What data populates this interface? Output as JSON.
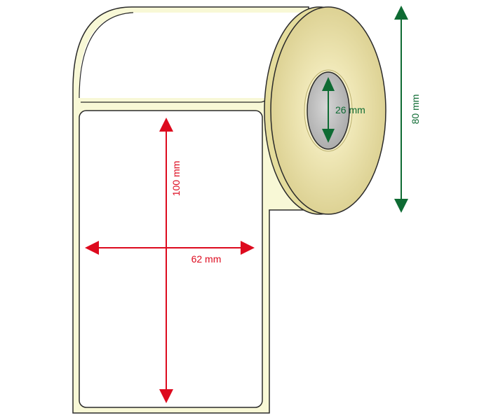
{
  "dimensions": {
    "label_height": "100 mm",
    "label_width": "62 mm",
    "core_diameter": "26 mm",
    "roll_outer_diameter": "80 mm"
  },
  "colors": {
    "backing_paper": "#f8f8d6",
    "label_face": "#ffffff",
    "roll_side": "#e4dc9c",
    "roll_side_light": "#f4eec6",
    "core_hole": "#c8c8c8",
    "outline": "#2a2a2a",
    "red_dimension": "#dd0a1e",
    "green_dimension": "#0e6b33"
  }
}
